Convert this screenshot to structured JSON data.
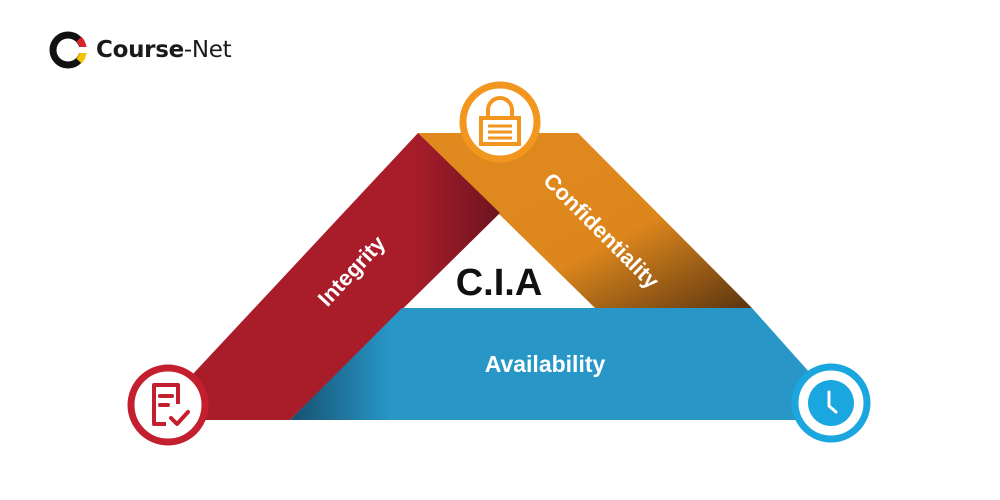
{
  "brand": {
    "name_bold": "Course",
    "name_rest": "-Net",
    "colors": {
      "ring": "#111111",
      "accent_red": "#d7262b",
      "accent_yellow": "#f2c300"
    }
  },
  "diagram": {
    "center_label": "C.I.A",
    "sides": [
      {
        "label": "Integrity",
        "color": "#a91d2a",
        "icon": "document-check-icon",
        "icon_color": "#c41f2f"
      },
      {
        "label": "Confidentiality",
        "color": "#e08a1e",
        "icon": "lock-icon",
        "icon_color": "#f2961f"
      },
      {
        "label": "Availability",
        "color": "#2897c8",
        "icon": "clock-icon",
        "icon_color": "#1aa7e0"
      }
    ]
  }
}
